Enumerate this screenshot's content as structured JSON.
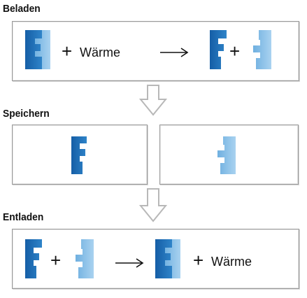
{
  "sections": {
    "load": {
      "title": "Beladen",
      "plus_left": "+",
      "warmth": "Wärme",
      "plus_right": "+"
    },
    "store": {
      "title": "Speichern"
    },
    "unload": {
      "title": "Entladen",
      "plus_left": "+",
      "plus_right": "+",
      "warmth": "Wärme"
    }
  },
  "icons": {
    "piece_dark_blue": "#1e6db3",
    "piece_light_blue": "#8dc2e8",
    "piece_mid_blue": "#4a95d1",
    "arrow_right": "right-arrow-icon",
    "arrow_down": "hollow-down-arrow-icon"
  },
  "colors": {
    "panel_border": "#9a9a9a",
    "down_arrow_stroke": "#b8b8b8"
  }
}
